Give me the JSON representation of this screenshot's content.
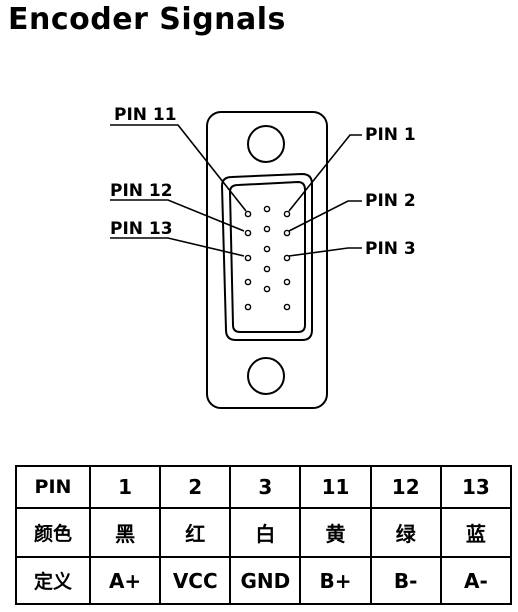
{
  "title": "Encoder Signals",
  "diagram": {
    "labels": {
      "pin11": "PIN 11",
      "pin12": "PIN 12",
      "pin13": "PIN 13",
      "pin1": "PIN 1",
      "pin2": "PIN 2",
      "pin3": "PIN 3"
    }
  },
  "table": {
    "row_headers": [
      "PIN",
      "颜色",
      "定义"
    ],
    "pins": [
      "1",
      "2",
      "3",
      "11",
      "12",
      "13"
    ],
    "colors": [
      "黑",
      "红",
      "白",
      "黄",
      "绿",
      "蓝"
    ],
    "definitions": [
      "A+",
      "VCC",
      "GND",
      "B+",
      "B-",
      "A-"
    ]
  }
}
